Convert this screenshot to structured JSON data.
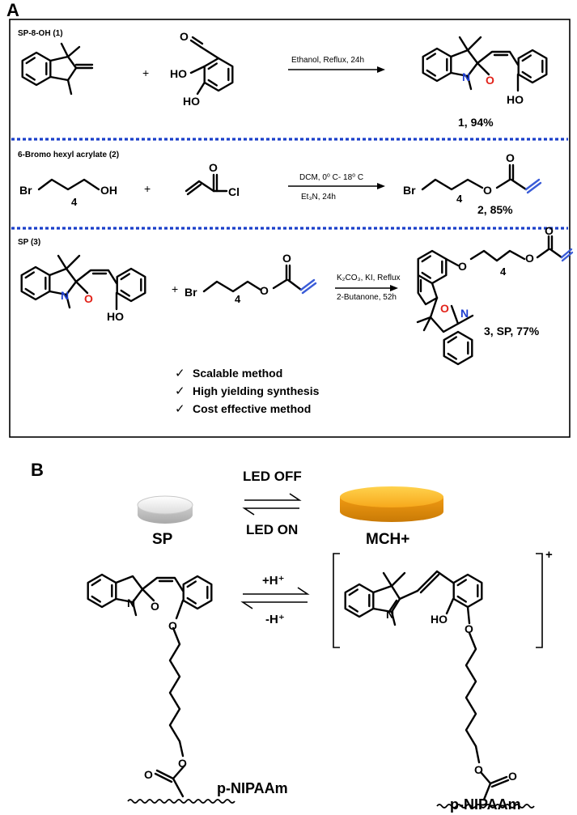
{
  "panel_a": {
    "letter": "A",
    "row1": {
      "title": "SP-8-OH (1)",
      "plus": "+",
      "conditions": "Ethanol, Reflux, 24h",
      "product_label": "1, 94%"
    },
    "row2": {
      "title": "6-Bromo hexyl acrylate (2)",
      "plus": "+",
      "conditions_top": "DCM, 0⁰ C- 18⁰ C",
      "conditions_bottom": "Et₃N, 24h",
      "product_label": "2, 85%"
    },
    "row3": {
      "title": "SP (3)",
      "plus": "+",
      "conditions_top": "K₂CO₃, KI, Reflux",
      "conditions_bottom": "2-Butanone, 52h",
      "product_label": "3, SP, 77%"
    },
    "checklist": [
      "Scalable method",
      "High yielding synthesis",
      "Cost effective method"
    ],
    "check_glyph": "✓"
  },
  "atoms": {
    "O": "O",
    "N": "N",
    "HO": "HO",
    "OH": "OH",
    "Br": "Br",
    "Cl": "Cl",
    "sub4": "4"
  },
  "panel_b": {
    "letter": "B",
    "led_off": "LED OFF",
    "led_on": "LED ON",
    "sp_label": "SP",
    "mch_label": "MCH+",
    "plus_h": "+H⁺",
    "minus_h": "-H⁺",
    "charge": "+",
    "polymer_left": "p-NIPAAm",
    "polymer_right": "p-NIPAAm"
  },
  "colors": {
    "oxygen": "#e2231a",
    "nitrogen": "#1f3fd0",
    "dotted_line": "#1a3fc9",
    "vinyl": "#3a5cd8",
    "disc_white": "#e9e9e9",
    "disc_orange": "#f5a623"
  }
}
